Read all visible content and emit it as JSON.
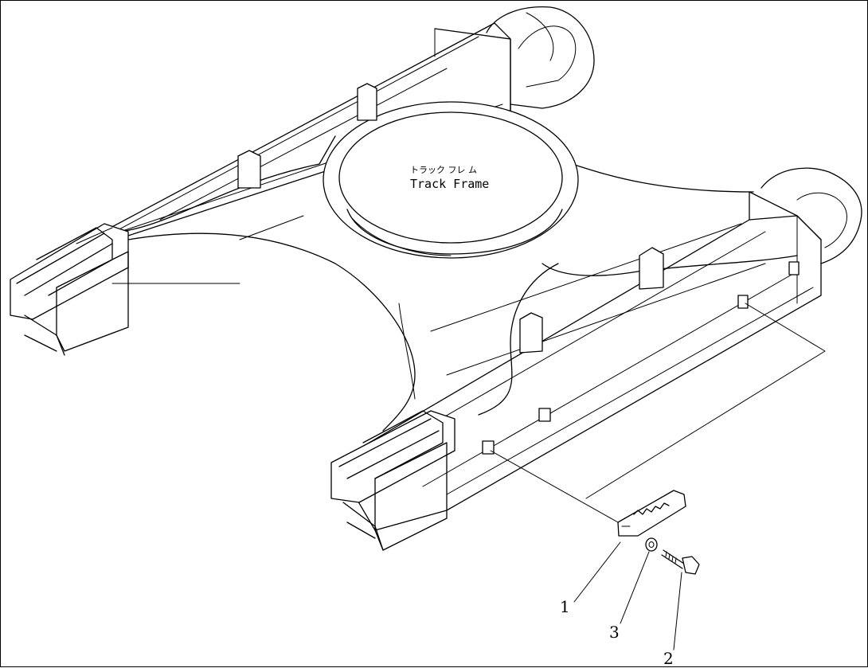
{
  "center_label": {
    "japanese": "トラック フレ ム",
    "english": "Track Frame"
  },
  "callouts": [
    {
      "number": "1",
      "part": "plate"
    },
    {
      "number": "3",
      "part": "washer"
    },
    {
      "number": "2",
      "part": "bolt"
    }
  ],
  "colors": {
    "line": "#000000",
    "background": "#ffffff"
  }
}
